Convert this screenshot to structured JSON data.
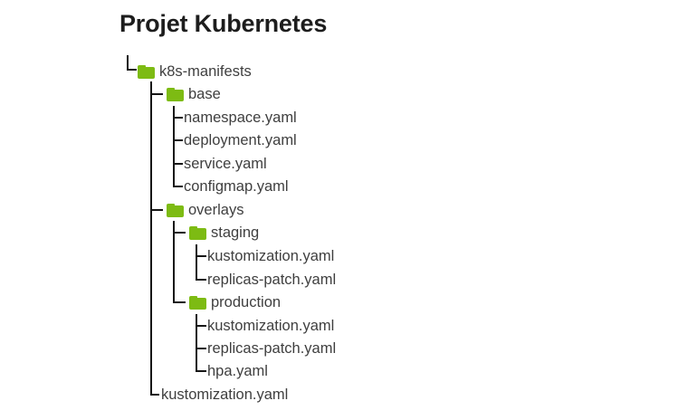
{
  "title": "Projet Kubernetes",
  "colors": {
    "folder_green": "#7dbb13",
    "line": "#161616",
    "text": "#3f3f3f",
    "title": "#1d1d1d"
  },
  "tree": {
    "nodes": [
      {
        "label": "k8s-manifests",
        "type": "folder",
        "level": 0
      },
      {
        "label": "base",
        "type": "folder",
        "level": 1
      },
      {
        "label": "namespace.yaml",
        "type": "file",
        "level": 2
      },
      {
        "label": "deployment.yaml",
        "type": "file",
        "level": 2
      },
      {
        "label": "service.yaml",
        "type": "file",
        "level": 2
      },
      {
        "label": "configmap.yaml",
        "type": "file",
        "level": 2
      },
      {
        "label": "overlays",
        "type": "folder",
        "level": 1
      },
      {
        "label": "staging",
        "type": "folder",
        "level": 2
      },
      {
        "label": "kustomization.yaml",
        "type": "file",
        "level": 3
      },
      {
        "label": "replicas-patch.yaml",
        "type": "file",
        "level": 3
      },
      {
        "label": "production",
        "type": "folder",
        "level": 2
      },
      {
        "label": "kustomization.yaml",
        "type": "file",
        "level": 3
      },
      {
        "label": "replicas-patch.yaml",
        "type": "file",
        "level": 3
      },
      {
        "label": "hpa.yaml",
        "type": "file",
        "level": 3
      },
      {
        "label": "kustomization.yaml",
        "type": "file",
        "level": 1
      }
    ]
  }
}
